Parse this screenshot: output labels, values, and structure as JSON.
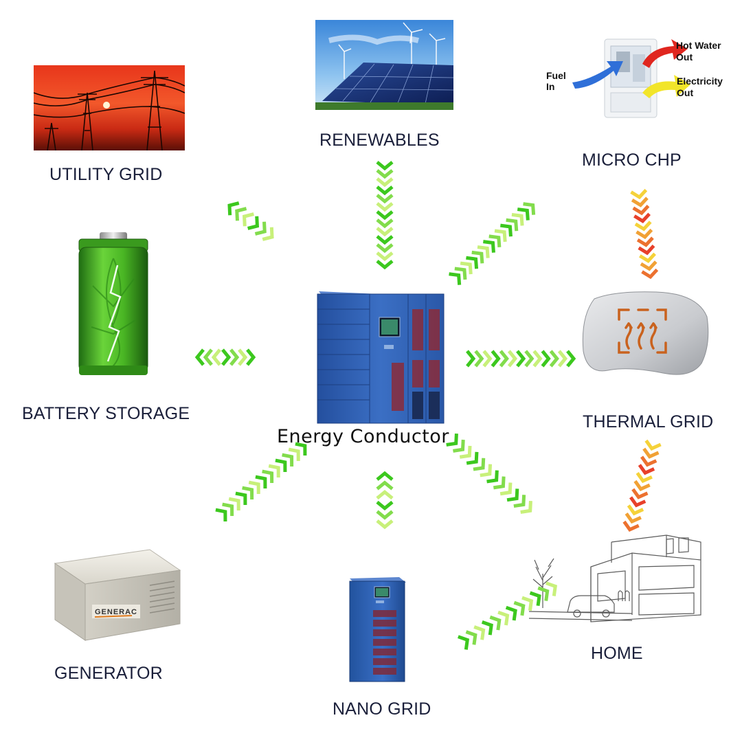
{
  "nodes": {
    "utility_grid": "UTILITY GRID",
    "renewables": "RENEWABLES",
    "micro_chp": "MICRO CHP",
    "battery_storage": "BATTERY STORAGE",
    "energy_conductor": "Energy Conductor",
    "thermal_grid": "THERMAL GRID",
    "generator": "GENERATOR",
    "nano_grid": "NANO GRID",
    "home": "HOME"
  },
  "chp_callouts": {
    "fuel_in": [
      "Fuel",
      "In"
    ],
    "hot_water_out": [
      "Hot Water",
      "Out"
    ],
    "electricity_out": [
      "Electricity",
      "Out"
    ]
  },
  "generator_brand": "GENERAC",
  "colors": {
    "label_text": "#1a1f3a",
    "green_arrow_dark": "#3cc81e",
    "green_arrow_light": "#c8f07a",
    "heat_arrow_red": "#e8402a",
    "heat_arrow_yellow": "#f5d23a",
    "conductor_blue": "#2f62b8"
  },
  "flows": [
    {
      "from": "utility_grid",
      "to": "energy_conductor",
      "direction": "bidirectional",
      "style": "green"
    },
    {
      "from": "renewables",
      "to": "energy_conductor",
      "direction": "one-way",
      "style": "green"
    },
    {
      "from": "energy_conductor",
      "to": "micro_chp",
      "direction": "one-way",
      "style": "green"
    },
    {
      "from": "micro_chp",
      "to": "thermal_grid",
      "direction": "one-way",
      "style": "heat"
    },
    {
      "from": "battery_storage",
      "to": "energy_conductor",
      "direction": "bidirectional",
      "style": "green"
    },
    {
      "from": "energy_conductor",
      "to": "thermal_grid",
      "direction": "one-way",
      "style": "green"
    },
    {
      "from": "thermal_grid",
      "to": "home",
      "direction": "one-way",
      "style": "heat"
    },
    {
      "from": "generator",
      "to": "energy_conductor",
      "direction": "one-way",
      "style": "green"
    },
    {
      "from": "energy_conductor",
      "to": "nano_grid",
      "direction": "bidirectional",
      "style": "green"
    },
    {
      "from": "energy_conductor",
      "to": "home",
      "direction": "one-way",
      "style": "green"
    },
    {
      "from": "nano_grid",
      "to": "home",
      "direction": "one-way",
      "style": "green"
    }
  ]
}
